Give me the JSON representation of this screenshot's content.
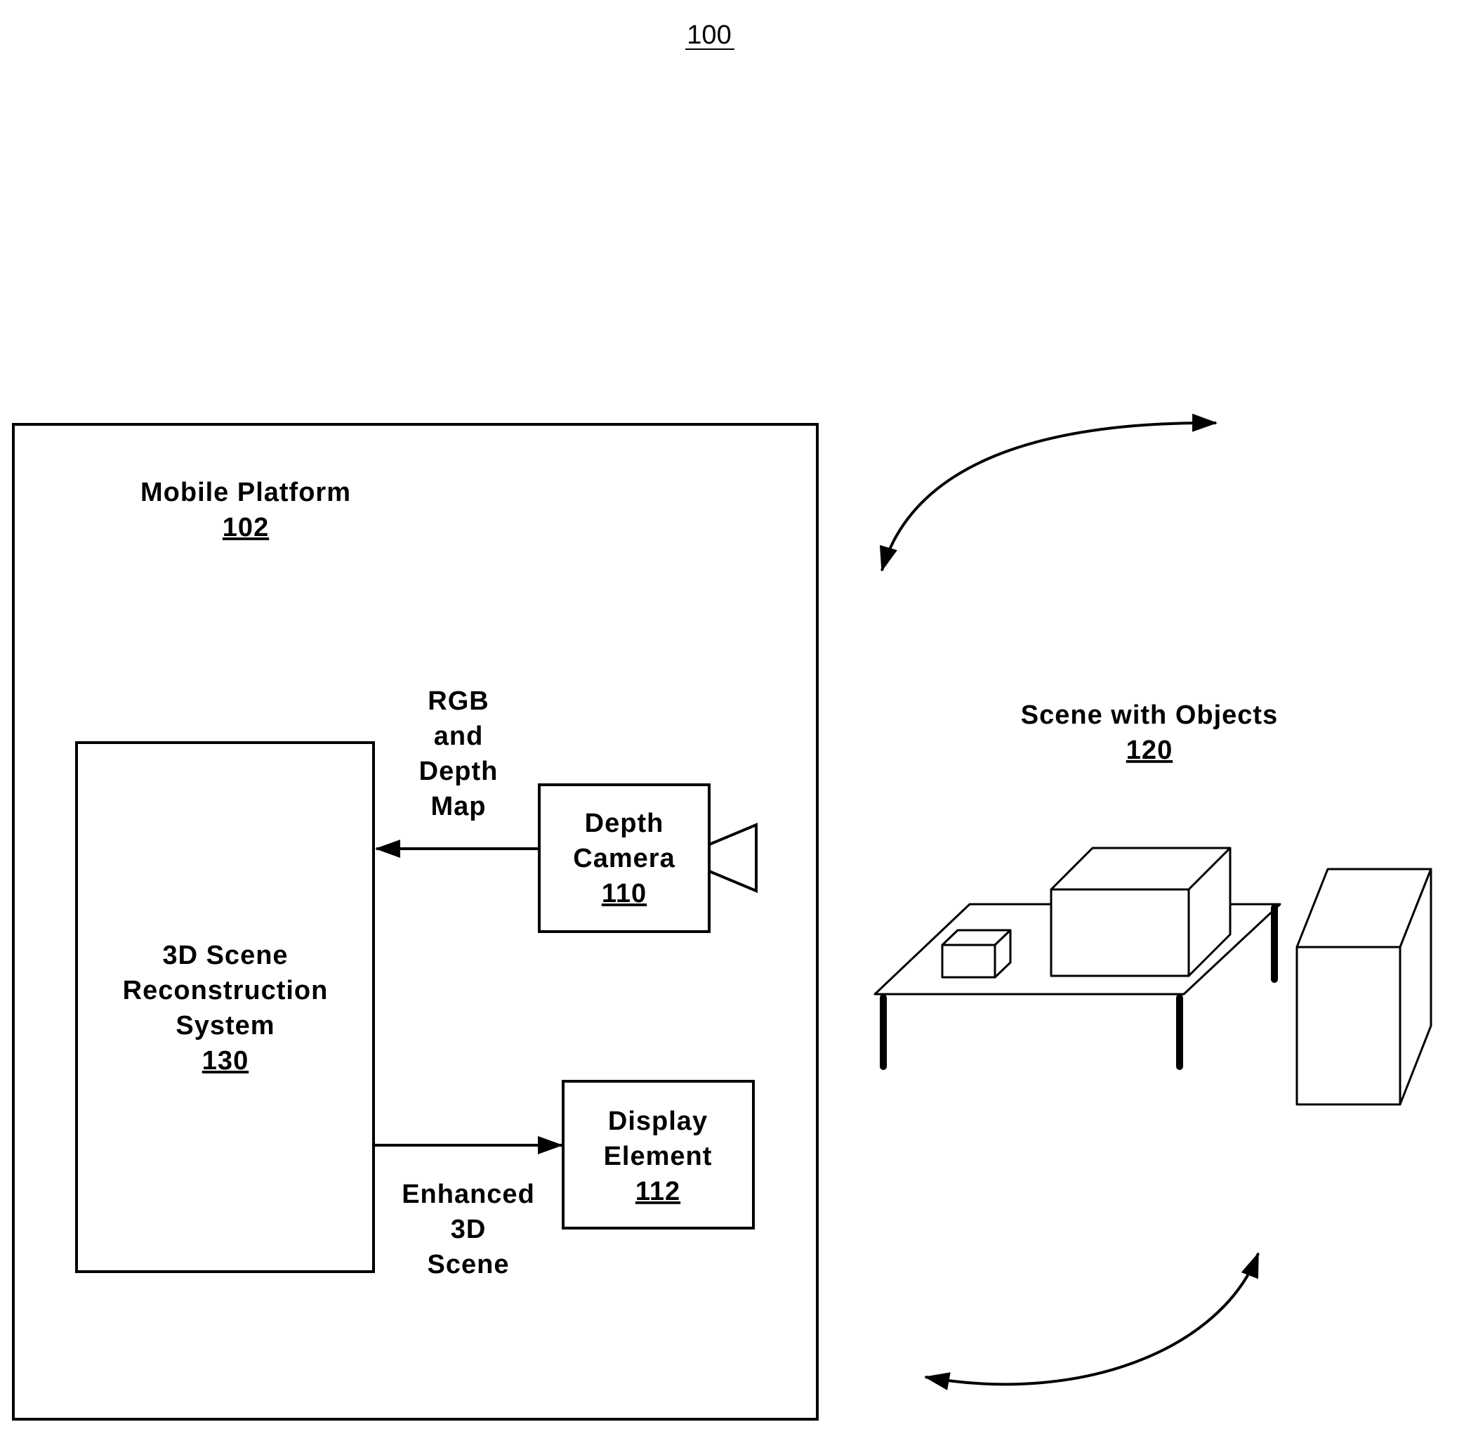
{
  "figure_ref": "100",
  "mobile_platform": {
    "title": "Mobile Platform",
    "ref": "102"
  },
  "reconstruction_system": {
    "line1": "3D Scene",
    "line2": "Reconstruction",
    "line3": "System",
    "ref": "130"
  },
  "depth_camera": {
    "line1": "Depth",
    "line2": "Camera",
    "ref": "110"
  },
  "display_element": {
    "line1": "Display",
    "line2": "Element",
    "ref": "112"
  },
  "rgb_label": {
    "line1": "RGB",
    "line2": "and",
    "line3": "Depth",
    "line4": "Map"
  },
  "enhanced_label": {
    "line1": "Enhanced",
    "line2": "3D",
    "line3": "Scene"
  },
  "scene": {
    "title": "Scene with Objects",
    "ref": "120"
  }
}
